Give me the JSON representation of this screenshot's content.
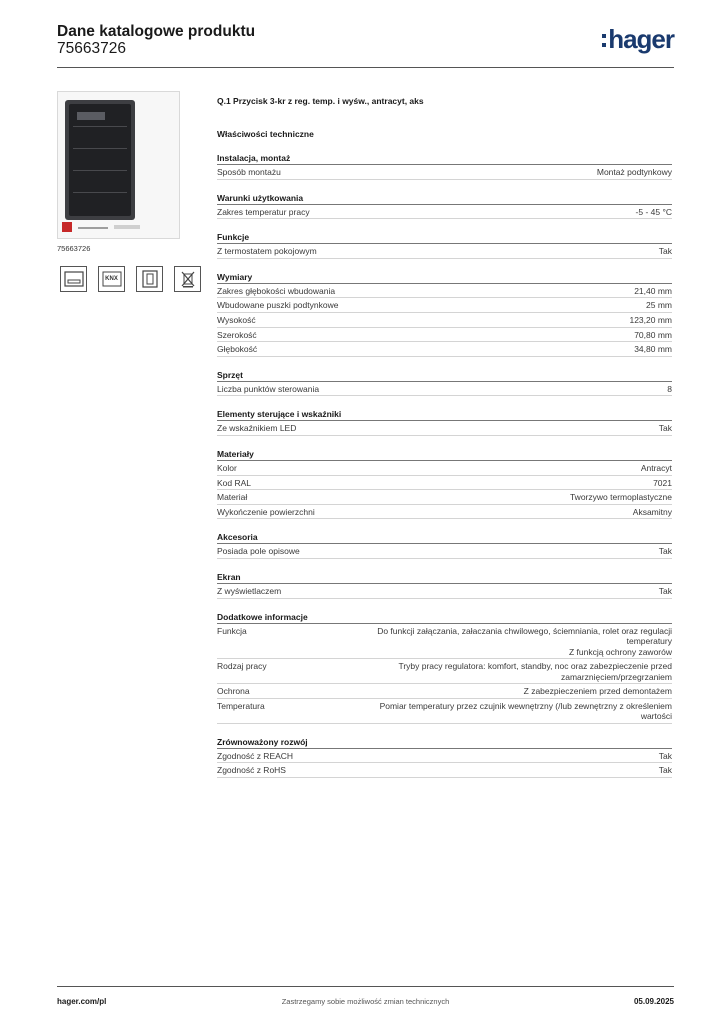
{
  "header": {
    "title": "Dane katalogowe produktu",
    "number": "75663726",
    "brand": "hager",
    "brand_color": "#1a3a6e"
  },
  "image_caption": "75663726",
  "cert_icons": [
    {
      "name": "switch-frame-icon"
    },
    {
      "name": "kne-marking-icon",
      "label": "KNX"
    },
    {
      "name": "mounting-box-icon"
    },
    {
      "name": "weee-bin-icon"
    }
  ],
  "product_name": "Q.1 Przycisk 3-kr z reg. temp. i wyśw., antracyt, aks",
  "tech_heading": "Właściwości techniczne",
  "groups": [
    {
      "title": "Instalacja, montaż",
      "rows": [
        {
          "label": "Sposób montażu",
          "value": "Montaż podtynkowy"
        }
      ]
    },
    {
      "title": "Warunki użytkowania",
      "rows": [
        {
          "label": "Zakres temperatur pracy",
          "value": "-5 - 45 °C"
        }
      ]
    },
    {
      "title": "Funkcje",
      "rows": [
        {
          "label": "Z termostatem pokojowym",
          "value": "Tak"
        }
      ]
    },
    {
      "title": "Wymiary",
      "rows": [
        {
          "label": "Zakres głębokości wbudowania",
          "value": "21,40 mm"
        },
        {
          "label": "Wbudowane puszki podtynkowe",
          "value": "25 mm"
        },
        {
          "label": "Wysokość",
          "value": "123,20 mm"
        },
        {
          "label": "Szerokość",
          "value": "70,80 mm"
        },
        {
          "label": "Głębokość",
          "value": "34,80 mm"
        }
      ]
    },
    {
      "title": "Sprzęt",
      "rows": [
        {
          "label": "Liczba punktów sterowania",
          "value": "8"
        }
      ]
    },
    {
      "title": "Elementy sterujące i wskaźniki",
      "rows": [
        {
          "label": "Ze wskaźnikiem LED",
          "value": "Tak"
        }
      ]
    },
    {
      "title": "Materiały",
      "rows": [
        {
          "label": "Kolor",
          "value": "Antracyt"
        },
        {
          "label": "Kod RAL",
          "value": "7021"
        },
        {
          "label": "Materiał",
          "value": "Tworzywo termoplastyczne"
        },
        {
          "label": "Wykończenie powierzchni",
          "value": "Aksamitny"
        }
      ]
    },
    {
      "title": "Akcesoria",
      "rows": [
        {
          "label": "Posiada pole opisowe",
          "value": "Tak"
        }
      ]
    },
    {
      "title": "Ekran",
      "rows": [
        {
          "label": "Z wyświetlaczem",
          "value": "Tak"
        }
      ]
    },
    {
      "title": "Dodatkowe informacje",
      "rows": [
        {
          "label": "Funkcja",
          "value": "Do funkcji załączania, załaczania chwilowego, ściemniania, rolet oraz regulacji temperatury\nZ funkcją ochrony zaworów"
        },
        {
          "label": "Rodzaj pracy",
          "value": "Tryby pracy regulatora: komfort, standby, noc oraz zabezpieczenie przed zamarznięciem/przegrzaniem"
        },
        {
          "label": "Ochrona",
          "value": "Z zabezpieczeniem przed demontażem"
        },
        {
          "label": "Temperatura",
          "value": "Pomiar temperatury przez czujnik wewnętrzny (/lub zewnętrzny z określeniem wartości"
        }
      ]
    },
    {
      "title": "Zrównoważony rozwój",
      "rows": [
        {
          "label": "Zgodność z REACH",
          "value": "Tak"
        },
        {
          "label": "Zgodność z RoHS",
          "value": "Tak"
        }
      ]
    }
  ],
  "footer": {
    "left": "hager.com/pl",
    "center": "Zastrzegamy sobie możliwość zmian technicznych",
    "right": "05.09.2025"
  }
}
